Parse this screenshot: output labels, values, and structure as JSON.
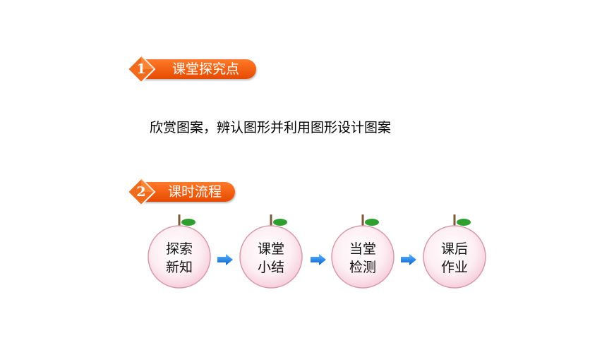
{
  "sections": [
    {
      "number": "1",
      "title": "课堂探究点"
    },
    {
      "number": "2",
      "title": "课时流程"
    }
  ],
  "statement": "欣赏图案，辨认图形并利用图形设计图案",
  "flow": {
    "steps": [
      {
        "line1": "探索",
        "line2": "新知"
      },
      {
        "line1": "课堂",
        "line2": "小结"
      },
      {
        "line1": "当堂",
        "line2": "检测"
      },
      {
        "line1": "课后",
        "line2": "作业"
      }
    ],
    "arrow_icon": "right-arrow-icon"
  },
  "colors": {
    "banner": "#f05a10",
    "diamond": "#f26a1b",
    "arrow": "#1f7fe6",
    "leaf": "#2fa02f",
    "circle_fill": "#fde8ef",
    "circle_stroke": "#d79aaa"
  }
}
